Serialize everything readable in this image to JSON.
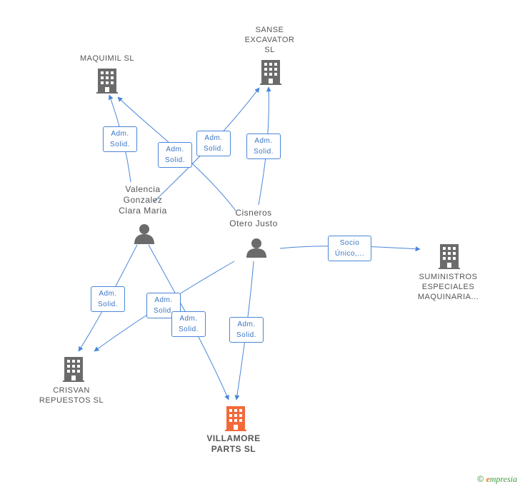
{
  "nodes": {
    "maquimil": {
      "lines": [
        "MAQUIMIL SL"
      ]
    },
    "sanse": {
      "lines": [
        "SANSE",
        "EXCAVATOR",
        "SL"
      ]
    },
    "suministros": {
      "lines": [
        "SUMINISTROS",
        "ESPECIALES",
        "MAQUINARIA..."
      ]
    },
    "crisvan": {
      "lines": [
        "CRISVAN",
        "REPUESTOS  SL"
      ]
    },
    "villamore": {
      "lines": [
        "VILLAMORE",
        "PARTS  SL"
      ]
    },
    "valencia": {
      "lines": [
        "Valencia",
        "Gonzalez",
        "Clara Maria"
      ]
    },
    "cisneros": {
      "lines": [
        "Cisneros",
        "Otero Justo"
      ]
    }
  },
  "edge_labels": {
    "e1": [
      "Adm.",
      "Solid."
    ],
    "e2": [
      "Adm.",
      "Solid."
    ],
    "e3": [
      "Adm.",
      "Solid."
    ],
    "e4": [
      "Adm.",
      "Solid."
    ],
    "e5": [
      "Socio",
      "Único,..."
    ],
    "e6": [
      "Adm.",
      "Solid."
    ],
    "e7": [
      "Adm.",
      "Solid."
    ],
    "e8": [
      "Adm.",
      "Solid."
    ],
    "e9": [
      "Adm.",
      "Solid."
    ]
  },
  "colors": {
    "edge": "#4a86d8",
    "company": "#6b6b6b",
    "company_main": "#f26a3a",
    "person": "#6b6b6b"
  },
  "icons": {
    "company": "building-icon",
    "person": "person-icon"
  },
  "footer": {
    "copyright": "©",
    "brand_initial": "e",
    "brand_rest": "mpresia"
  }
}
